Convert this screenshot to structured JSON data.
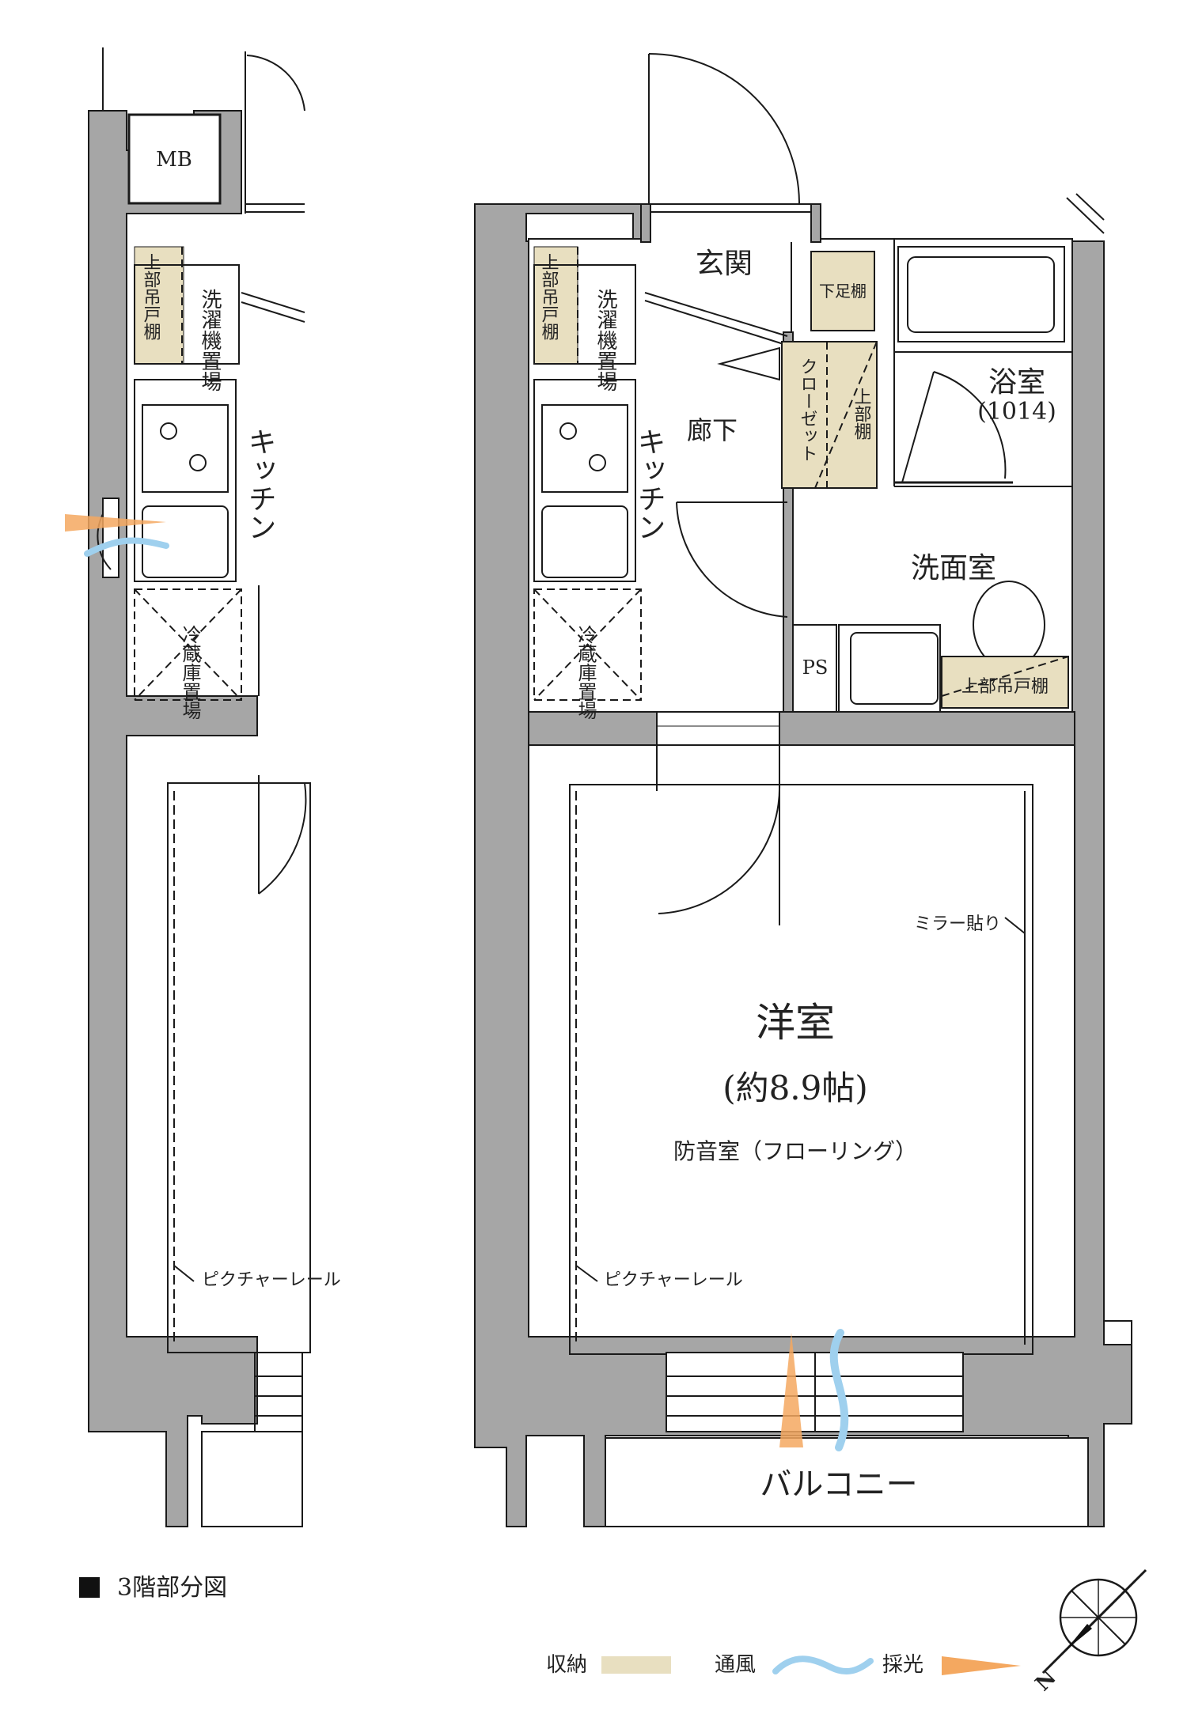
{
  "rooms": {
    "entrance": "玄関",
    "shoe_shelf": "下足棚",
    "hallway": "廊下",
    "closet": "クローゼット",
    "upper_shelf": "上部棚",
    "bathroom": "浴室",
    "bathroom_size": "(1014)",
    "washroom": "洗面室",
    "ps": "PS",
    "upper_cabinet": "上部吊戸棚",
    "kitchen": "キッチン",
    "washer_space": "洗濯機置場",
    "fridge_space": "冷蔵庫置場",
    "western_room": "洋室",
    "western_room_size": "(約8.9帖)",
    "soundproof": "防音室（フローリング）",
    "mirror": "ミラー貼り",
    "picture_rail": "ピクチャーレール",
    "balcony": "バルコニー",
    "mb": "MB"
  },
  "title": "3階部分図",
  "legend": {
    "storage": "収納",
    "ventilation": "通風",
    "daylight": "採光"
  },
  "compass": {
    "north_label": "N"
  },
  "colors": {
    "wall": "#a6a6a6",
    "storage": "#e8dfc0",
    "ventilation": "#9fd0ee",
    "daylight": "#f4a860",
    "line": "#1a1a1a"
  }
}
